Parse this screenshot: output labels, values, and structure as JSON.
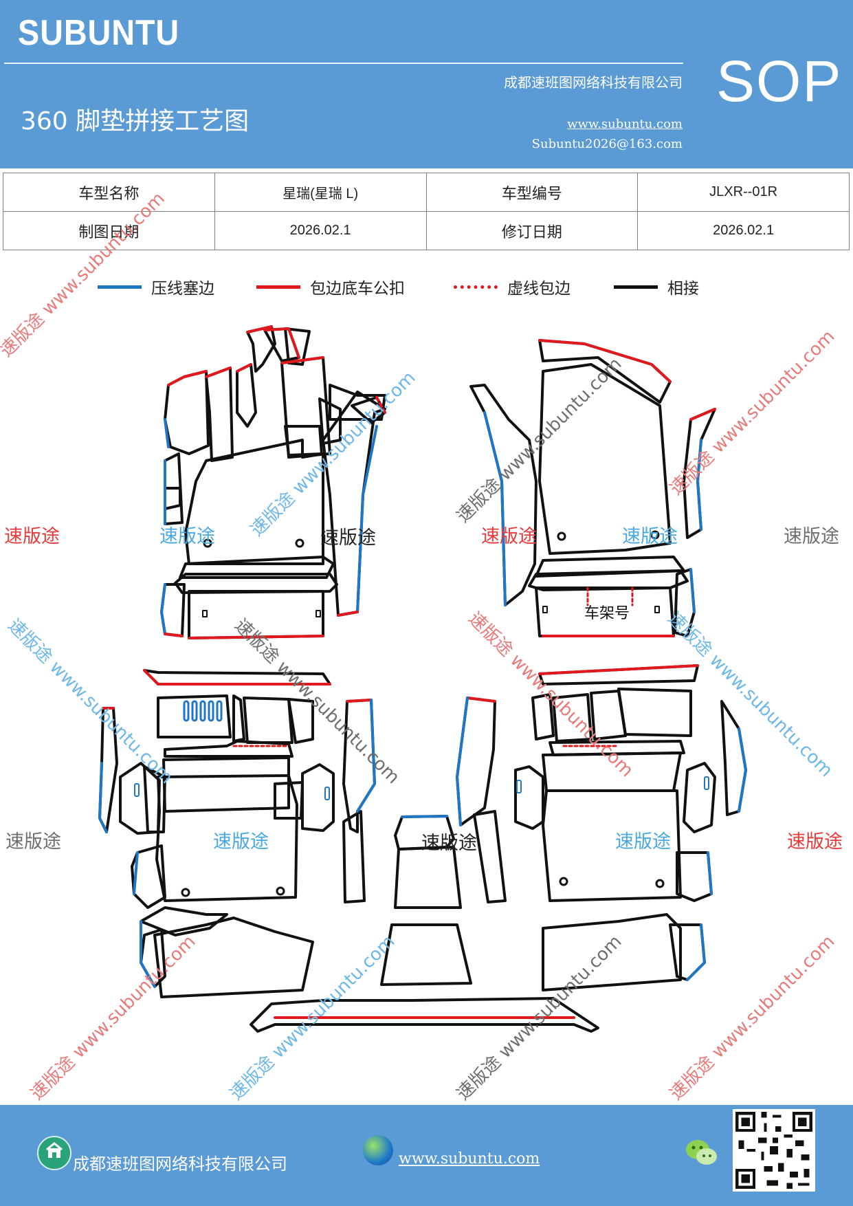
{
  "header": {
    "brand": "SUBUNTU",
    "company": "成都速班图网络科技有限公司",
    "title": "360 脚垫拼接工艺图",
    "website": "www.subuntu.com",
    "email": "Subuntu2026@163.com",
    "badge": "SOP"
  },
  "info": {
    "model_name_label": "车型名称",
    "model_name": "星瑞(星瑞 L)",
    "model_code_label": "车型编号",
    "model_code": "JLXR--01R",
    "draw_date_label": "制图日期",
    "draw_date": "2026.02.1",
    "revise_date_label": "修订日期",
    "revise_date": "2026.02.1"
  },
  "legend": [
    {
      "label": "压线塞边",
      "color": "#1f77c4",
      "style": "solid"
    },
    {
      "label": "包边底车公扣",
      "color": "#e0191e",
      "style": "solid"
    },
    {
      "label": "虚线包边",
      "color": "#e0191e",
      "style": "dotted"
    },
    {
      "label": "相接",
      "color": "#111111",
      "style": "solid"
    }
  ],
  "diagram": {
    "frame_label": "车架号"
  },
  "watermarks": {
    "brand_cn": "速版途",
    "diag": "速版途 www.subuntu.com"
  },
  "colors": {
    "header_bg": "#5b9bd5",
    "blue_edge": "#1f77c4",
    "red_edge": "#e0191e",
    "outline": "#111111",
    "wm_red": "#e83a3a",
    "wm_blue": "#4aa8e0",
    "wm_gray": "#6e6e6e"
  },
  "footer": {
    "company": "成都速班图网络科技有限公司",
    "website": "www.subuntu.com"
  },
  "icons": [
    "company-logo-icon",
    "globe-icon",
    "wechat-icon",
    "qr-code-icon"
  ]
}
